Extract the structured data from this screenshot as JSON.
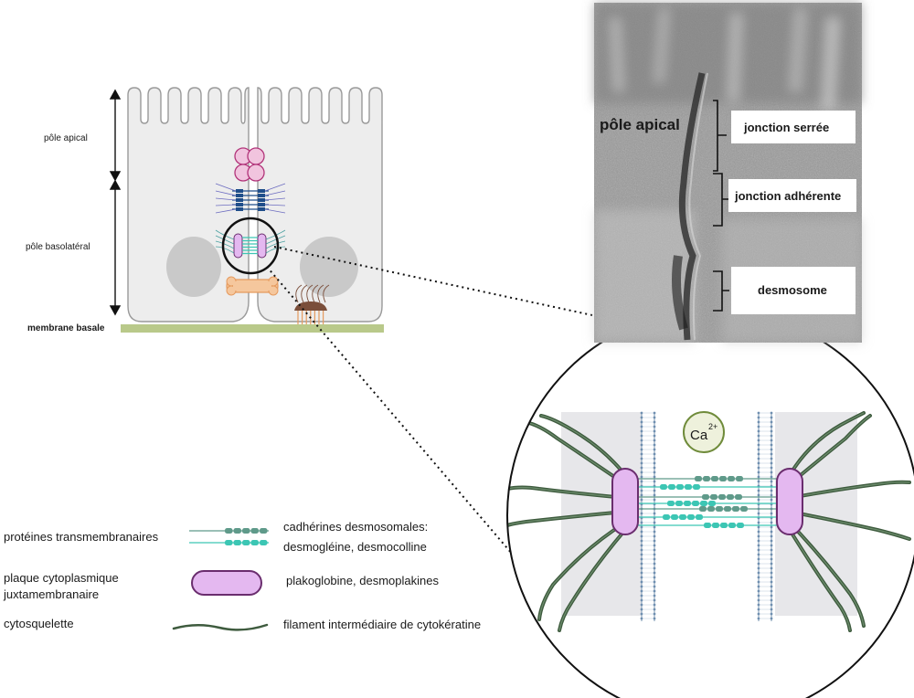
{
  "cell_diagram": {
    "pole_apical": "pôle apical",
    "pole_basolateral": "pôle basolatéral",
    "membrane_basale": "membrane basale"
  },
  "micrograph": {
    "pole_apical": "pôle apical",
    "jonction_serree": "jonction serrée",
    "jonction_adherente": "jonction adhérente",
    "desmosome": "desmosome"
  },
  "zoom": {
    "ion": "Ca",
    "ion_charge": "2+"
  },
  "legend": {
    "row1_left": "protéines transmembranaires",
    "row1_right_line1": "cadhérines  desmosomales:",
    "row1_right_line2": "desmogléine, desmocolline",
    "row2_left_line1": "plaque cytoplasmique",
    "row2_left_line2": "juxtamembranaire",
    "row2_right": "plakoglobine, desmoplakines",
    "row3_left": "cytosquelette",
    "row3_right": "filament intermédiaire de cytokératine"
  },
  "colors": {
    "cell_fill": "#ededed",
    "cell_stroke": "#9a9a9a",
    "membrane_basale": "#b9c98a",
    "membrane_basale_text": "#a9bd6e",
    "plaque_fill": "#e4b8f0",
    "plaque_stroke": "#6a2d6e",
    "cadherin_dark": "#5f9a8a",
    "cadherin_light": "#3cc6b4",
    "filament": "#3e5b3e",
    "ca_fill": "#eef1dc",
    "ca_stroke": "#6f8b3a"
  }
}
